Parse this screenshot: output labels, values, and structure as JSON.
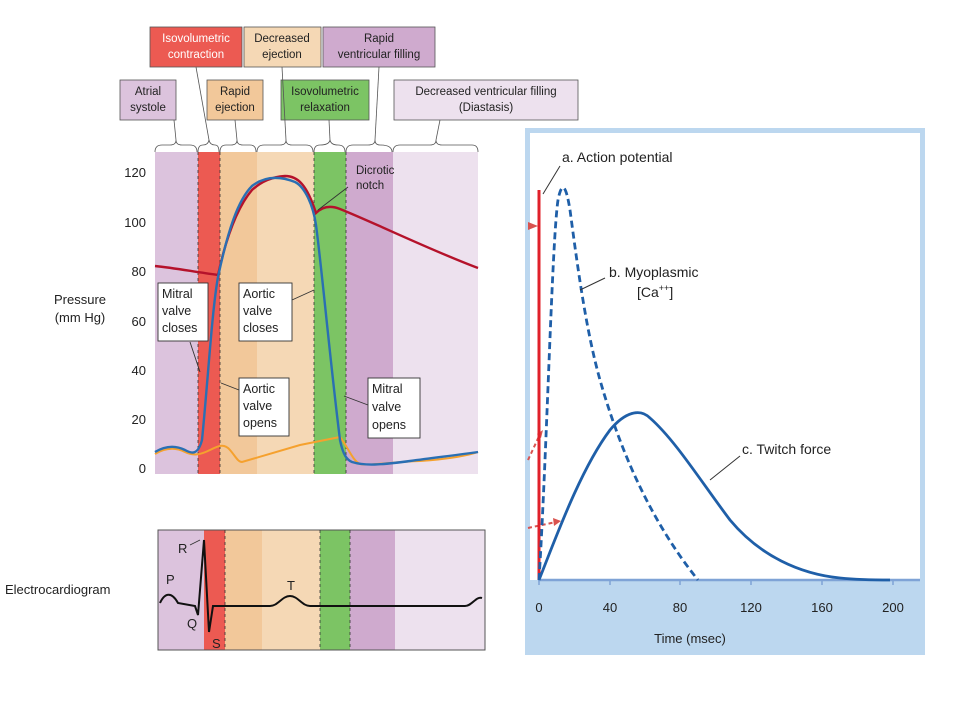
{
  "phases": {
    "atrial_systole": [
      "Atrial",
      "systole"
    ],
    "isovolumetric_contraction": [
      "Isovolumetric",
      "contraction"
    ],
    "rapid_ejection": [
      "Rapid",
      "ejection"
    ],
    "decreased_ejection": [
      "Decreased",
      "ejection"
    ],
    "isovolumetric_relaxation": [
      "Isovolumetric",
      "relaxation"
    ],
    "rapid_ventricular_filling": [
      "Rapid",
      "ventricular filling"
    ],
    "diastasis": [
      "Decreased ventricular filling",
      "(Diastasis)"
    ]
  },
  "colors": {
    "atrial_systole": "#dcc3dd",
    "isovolumetric_contraction": "#ec5a52",
    "rapid_ejection": "#f2c89a",
    "decreased_ejection": "#f5d8b5",
    "isovolumetric_relaxation": "#7cc464",
    "rapid_ventricular_filling": "#cfaace",
    "diastasis": "#ede1ee",
    "aortic_pressure": "#b5122b",
    "ventricular_pressure": "#2a6fb3",
    "atrial_pressure": "#f5a12e",
    "twitch_panel_bg": "#bcd7ef",
    "action_potential": "#e0202a",
    "twitch_series": "#1f5fa8",
    "axis_blue": "#7fa3d6"
  },
  "pressure_chart": {
    "ylabel": [
      "Pressure",
      "(mm Hg)"
    ],
    "yticks": [
      "0",
      "20",
      "40",
      "60",
      "80",
      "100",
      "120"
    ],
    "annotations": {
      "dicrotic_notch": [
        "Dicrotic",
        "notch"
      ],
      "mitral_closes": [
        "Mitral",
        "valve",
        "closes"
      ],
      "aortic_closes": [
        "Aortic",
        "valve",
        "closes"
      ],
      "aortic_opens": [
        "Aortic",
        "valve",
        "opens"
      ],
      "mitral_opens": [
        "Mitral",
        "valve",
        "opens"
      ]
    }
  },
  "ecg": {
    "label": "Electrocardiogram",
    "waves": {
      "p": "P",
      "q": "Q",
      "r": "R",
      "s": "S",
      "t": "T"
    }
  },
  "twitch_chart": {
    "labels": {
      "action_potential": "a. Action potential",
      "myoplasmic": [
        "b. Myoplasmic",
        "[Ca"
      ],
      "myoplasmic_sup": "++",
      "myoplasmic_close": "]",
      "twitch_force": "c. Twitch force"
    },
    "xticks": [
      "0",
      "40",
      "80",
      "120",
      "160",
      "200"
    ],
    "xlabel": "Time (msec)"
  }
}
